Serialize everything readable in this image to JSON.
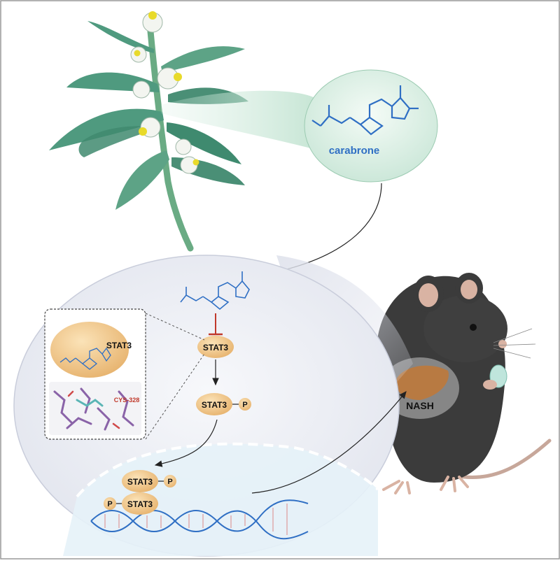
{
  "compound": {
    "name": "carabrone"
  },
  "pathway": {
    "target": "STAT3",
    "phospho_target": "STAT3",
    "phospho_mark": "P",
    "nuclear_dimer": [
      "STAT3",
      "STAT3"
    ]
  },
  "docking": {
    "protein_label": "STAT3",
    "residue_label": "CYS-328"
  },
  "disease": {
    "label": "NASH"
  },
  "colors": {
    "leaf": "#4f9a7f",
    "stem": "#6aab84",
    "flower_center": "#e8da2a",
    "molecule": "#2f6fc4",
    "protein": "#f2c98d",
    "inhibition": "#c0392b",
    "residue_text": "#c0392b",
    "mouse": "#3b3b3b",
    "liver": "#b87a42"
  }
}
